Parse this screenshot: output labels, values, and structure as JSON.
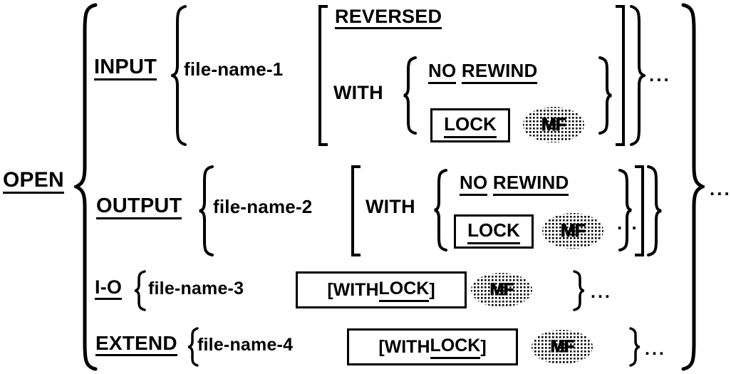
{
  "diagram": {
    "type": "cobol-syntax-diagram",
    "statement": "OPEN",
    "keyword": {
      "text": "OPEN",
      "underlined": true
    },
    "trailing_ellipsis": "...",
    "vendor_badge_label": "MF",
    "ellipsis": "...",
    "branches": [
      {
        "id": "input",
        "keyword": "INPUT",
        "keyword_underlined": true,
        "operand": "file-name-1",
        "operand_underlined": false,
        "options": {
          "reversed": {
            "text": "REVERSED",
            "underlined": true
          },
          "with_keyword": {
            "text": "WITH",
            "underlined": false
          },
          "choices": [
            {
              "text": "NO REWIND",
              "parts": [
                {
                  "text": "NO",
                  "underlined": true
                },
                {
                  "text": " ",
                  "underlined": false
                },
                {
                  "text": "REWIND",
                  "underlined": true
                }
              ],
              "boxed": false,
              "badge": null
            },
            {
              "text": "LOCK",
              "parts": [
                {
                  "text": "LOCK",
                  "underlined": true
                }
              ],
              "boxed": true,
              "badge": "MF"
            }
          ]
        },
        "ellipsis": "..."
      },
      {
        "id": "output",
        "keyword": "OUTPUT",
        "keyword_underlined": true,
        "operand": "file-name-2",
        "operand_underlined": false,
        "options": {
          "with_keyword": {
            "text": "WITH",
            "underlined": false
          },
          "choices": [
            {
              "text": "NO REWIND",
              "parts": [
                {
                  "text": "NO",
                  "underlined": true
                },
                {
                  "text": " ",
                  "underlined": false
                },
                {
                  "text": "REWIND",
                  "underlined": true
                }
              ],
              "boxed": false,
              "badge": null
            },
            {
              "text": "LOCK",
              "parts": [
                {
                  "text": "LOCK",
                  "underlined": true
                }
              ],
              "boxed": true,
              "badge": "MF"
            }
          ]
        },
        "ellipsis": "..."
      },
      {
        "id": "i-o",
        "keyword": "I-O",
        "keyword_underlined": true,
        "operand": "file-name-3",
        "operand_underlined": false,
        "option_box": {
          "text": "[WITH LOCK]",
          "parts": [
            {
              "text": "[WITH ",
              "underlined": false
            },
            {
              "text": "LOCK",
              "underlined": true
            },
            {
              "text": "]",
              "underlined": false
            }
          ],
          "boxed": true,
          "badge": "MF"
        },
        "ellipsis": "..."
      },
      {
        "id": "extend",
        "keyword": "EXTEND",
        "keyword_underlined": true,
        "operand": "file-name-4",
        "operand_underlined": false,
        "option_box": {
          "text": "[WITH LOCK]",
          "parts": [
            {
              "text": "[WITH ",
              "underlined": false
            },
            {
              "text": "LOCK",
              "underlined": true
            },
            {
              "text": "]",
              "underlined": false
            }
          ],
          "boxed": true,
          "badge": "MF"
        },
        "ellipsis": "..."
      }
    ],
    "colors": {
      "ink": "#000000",
      "paper": "#ffffff"
    }
  }
}
